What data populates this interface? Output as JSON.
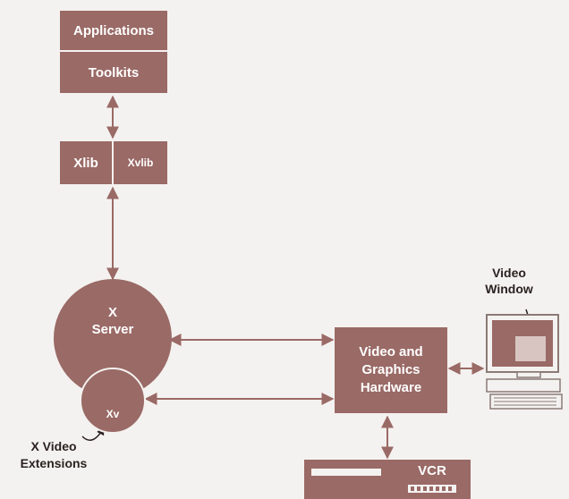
{
  "colors": {
    "box_fill": "#9a6a66",
    "box_text": "#ffffff",
    "arrow": "#9a6a66",
    "background": "#f4f2f0",
    "label_text": "#2b2220"
  },
  "stack": {
    "applications": "Applications",
    "toolkits": "Toolkits"
  },
  "libs": {
    "xlib": "Xlib",
    "xvlib": "Xvlib"
  },
  "server": {
    "line1": "X",
    "line2": "Server",
    "xv": "Xv"
  },
  "extensions_label": {
    "line1": "X Video",
    "line2": "Extensions"
  },
  "hardware": {
    "line1": "Video and",
    "line2": "Graphics",
    "line3": "Hardware"
  },
  "video_window_label": {
    "line1": "Video",
    "line2": "Window"
  },
  "vcr": {
    "label": "VCR"
  }
}
